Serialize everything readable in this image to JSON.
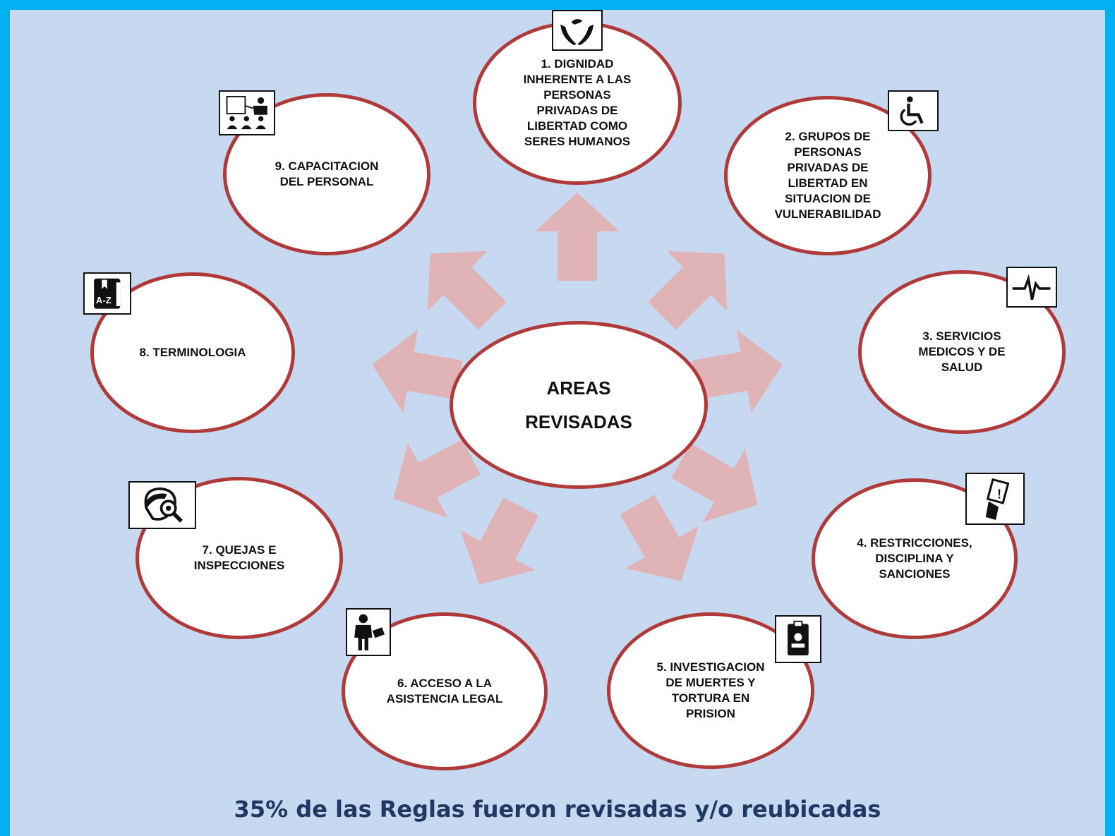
{
  "diagram": {
    "center": "AREAS\nREVISADAS",
    "areas": [
      {
        "label": "1. DIGNIDAD\nINHERENTE A LAS\nPERSONAS\nPRIVADAS DE\nLIBERTAD COMO\nSERES HUMANOS",
        "icon": "hands-dove-icon"
      },
      {
        "label": "2. GRUPOS DE\nPERSONAS\nPRIVADAS DE\nLIBERTAD EN\nSITUACION DE\nVULNERABILIDAD",
        "icon": "wheelchair-icon"
      },
      {
        "label": "3. SERVICIOS\nMEDICOS Y DE\nSALUD",
        "icon": "heartbeat-icon"
      },
      {
        "label": "4. RESTRICCIONES,\nDISCIPLINA Y\nSANCIONES",
        "icon": "warning-card-icon"
      },
      {
        "label": "5. INVESTIGACION\nDE MUERTES Y\nTORTURA EN\nPRISION",
        "icon": "id-badge-icon"
      },
      {
        "label": "6. ACCESO A  LA\nASISTENCIA LEGAL",
        "icon": "lawyer-icon"
      },
      {
        "label": "7. QUEJAS E\nINSPECCIONES",
        "icon": "inspector-magnifier-icon"
      },
      {
        "label": "8. TERMINOLOGIA",
        "icon": "a-z-book-icon"
      },
      {
        "label": "9. CAPACITACION\nDEL PERSONAL",
        "icon": "training-presentation-icon"
      }
    ],
    "az_text": "A-Z",
    "colors": {
      "frame": "#00b0f0",
      "background": "#c6d9f0",
      "circle_border": "#b03a3a",
      "arrow": "#e0b4b6",
      "footer_text": "#1f3864"
    }
  },
  "footer": "35% de las Reglas fueron revisadas y/o reubicadas"
}
